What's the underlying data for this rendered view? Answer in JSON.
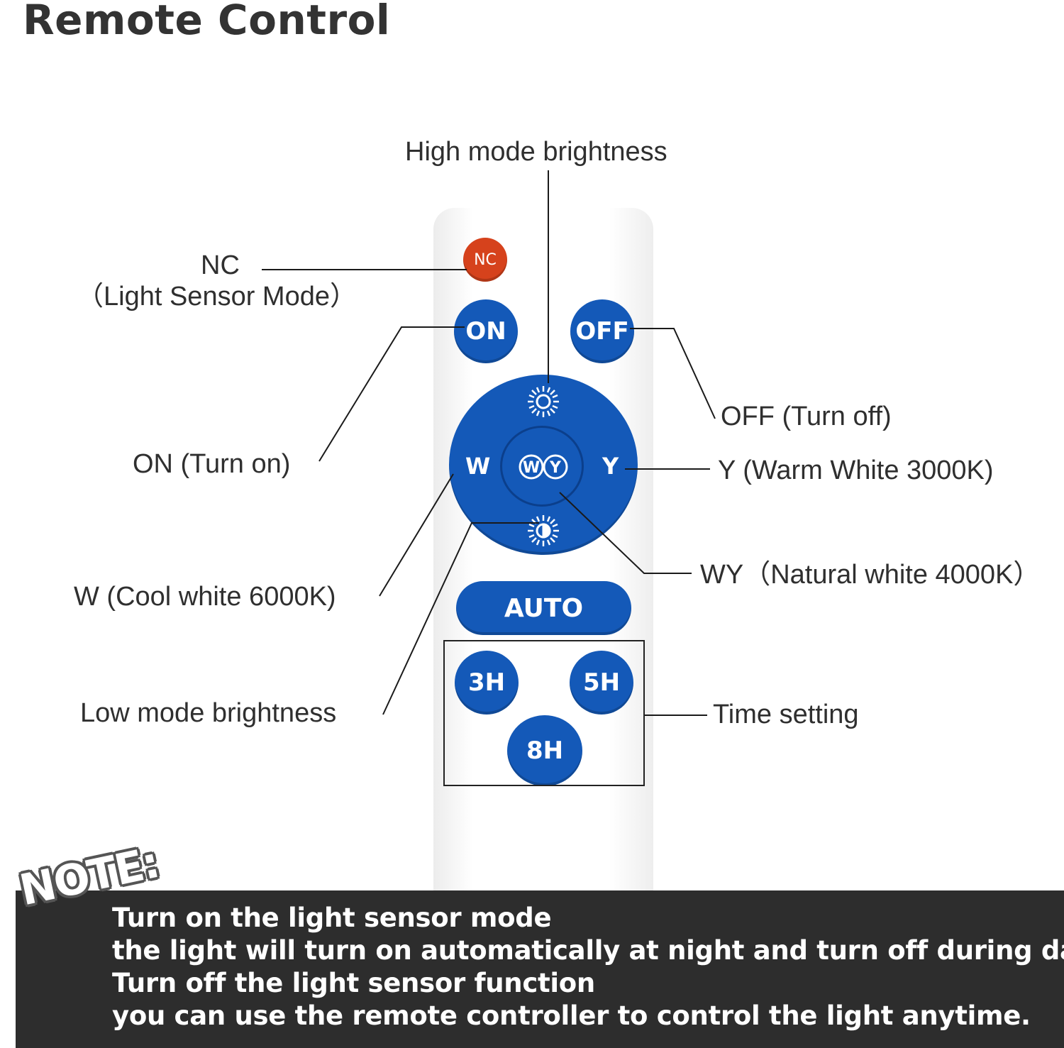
{
  "title": "Remote Control",
  "labels": {
    "high_brightness": "High mode brightness",
    "nc_line1": "NC",
    "nc_line2": "（Light Sensor Mode）",
    "on": "ON (Turn on)",
    "off": "OFF (Turn off)",
    "y": "Y (Warm White 3000K)",
    "wy": "WY（Natural white 4000K）",
    "w": "W (Cool white 6000K)",
    "low_brightness": "Low mode brightness",
    "time_setting": "Time setting"
  },
  "remote": {
    "nc": "NC",
    "on": "ON",
    "off": "OFF",
    "w": "W",
    "y": "Y",
    "wy": "WY",
    "auto": "AUTO",
    "t3": "3H",
    "t5": "5H",
    "t8": "8H"
  },
  "note": {
    "badge": "NOTE:",
    "lines": [
      "Turn on the light sensor mode",
      "the light will turn on automatically at night and turn off during day.",
      "Turn off the light sensor function",
      "you can use the remote controller to control the light anytime."
    ]
  },
  "colors": {
    "button_blue": "#1459b8",
    "nc_red": "#d6421c",
    "note_band": "#2d2d2d"
  }
}
